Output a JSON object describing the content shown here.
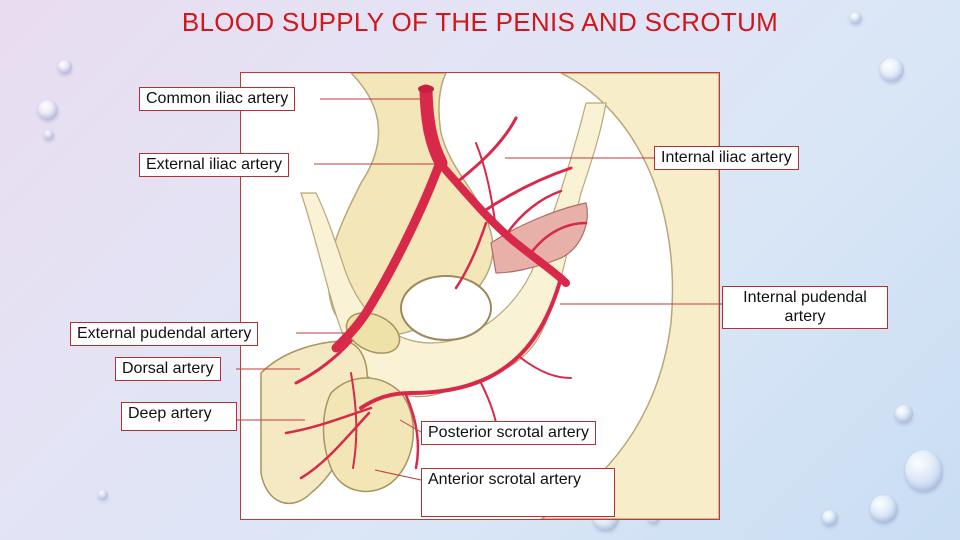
{
  "title": "BLOOD SUPPLY OF THE PENIS AND SCROTUM",
  "labels": {
    "common_iliac": "Common iliac artery",
    "external_iliac": "External iliac artery",
    "internal_iliac": "Internal iliac artery",
    "internal_pudendal": "Internal pudendal artery",
    "external_pudendal": "External pudendal artery",
    "dorsal": "Dorsal artery",
    "deep": "Deep artery",
    "posterior_scrotal": "Posterior scrotal artery",
    "anterior_scrotal": "Anterior scrotal artery"
  },
  "colors": {
    "title": "#d1171c",
    "label_border": "#b53030",
    "artery": "#d8294a",
    "tissue": "#f7edc8",
    "tissue_outline": "#b8a77a"
  }
}
